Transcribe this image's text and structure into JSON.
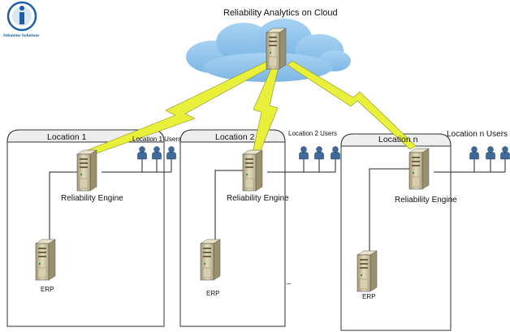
{
  "logo": {
    "text": "Infomine Solutions"
  },
  "cloud": {
    "title": "Reliability Analytics on Cloud"
  },
  "locations": [
    {
      "title": "Location 1",
      "users_label": "Location 1 Users",
      "engine_label": "Reliability Engine",
      "erp_label": "ERP"
    },
    {
      "title": "Location 2",
      "users_label": "Location 2 Users",
      "engine_label": "Reliability Engine",
      "erp_label": "ERP"
    },
    {
      "title": "Location n",
      "users_label": "Location n Users",
      "engine_label": "Reliability Engine",
      "erp_label": "ERP"
    }
  ],
  "stray_mark": "_",
  "colors": {
    "cloud_fill": "#8ec3ec",
    "lightning": "#e8f03a",
    "location_box_border": "#333333",
    "location_header_fill": "#eeeeee",
    "server_body": "#cfc39d",
    "user_icon": "#3d6a9a",
    "logo_blue": "#1b5fa8"
  }
}
